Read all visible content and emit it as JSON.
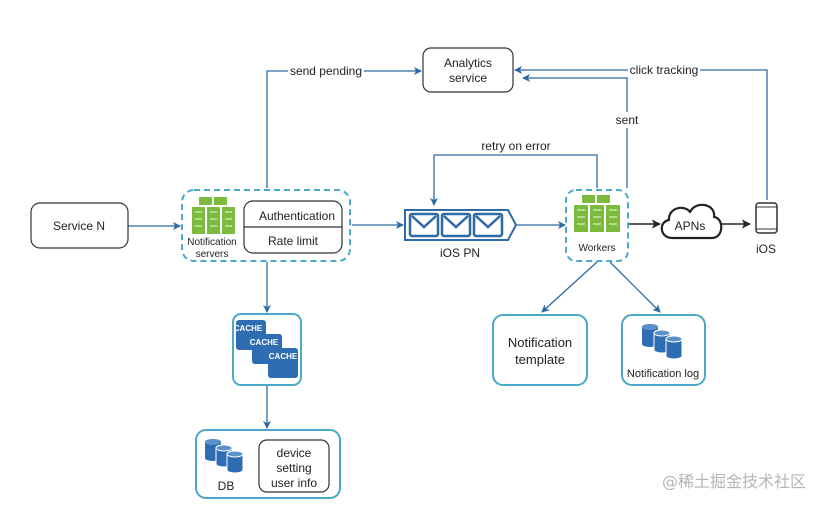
{
  "nodes": {
    "service_n": "Service N",
    "analytics": [
      "Analytics",
      "service"
    ],
    "notification_servers": [
      "Notification",
      "servers"
    ],
    "authentication": "Authentication",
    "rate_limit": "Rate limit",
    "queue": "iOS PN",
    "workers": "Workers",
    "apns": "APNs",
    "ios": "iOS",
    "cache_labels": [
      "CACHE",
      "CACHE",
      "CACHE"
    ],
    "db": "DB",
    "db_info": [
      "device",
      "setting",
      "user info"
    ],
    "notification_template": [
      "Notification",
      "template"
    ],
    "notification_log": "Notification log"
  },
  "edges": {
    "send_pending": "send pending",
    "click_tracking": "click tracking",
    "sent": "sent",
    "retry_on_error": "retry on error"
  },
  "watermark": "@稀土掘金技术社区",
  "colors": {
    "edge": "#2e6aa5",
    "container": "#4aa9c9",
    "server": "#7dbb3e",
    "storage": "#2f6db3"
  }
}
